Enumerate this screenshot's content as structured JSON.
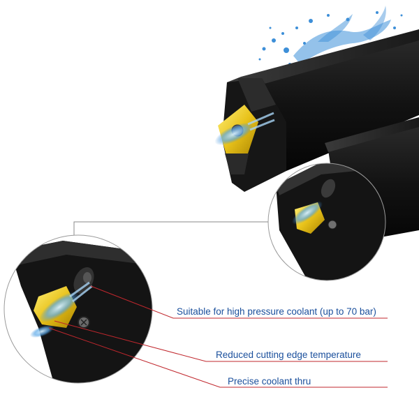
{
  "callouts": [
    {
      "text": "Suitable for high pressure coolant (up to 70 bar)"
    },
    {
      "text": "Reduced cutting edge temperature"
    },
    {
      "text": "Precise coolant thru"
    }
  ],
  "colors": {
    "tool_body": "#151515",
    "insert_gold": "#e8c21a",
    "coolant_blue": "#3d8fd8",
    "leader_red": "#c0272d",
    "label_blue": "#1a4f9c",
    "circle_gray": "#9a9a9a"
  }
}
